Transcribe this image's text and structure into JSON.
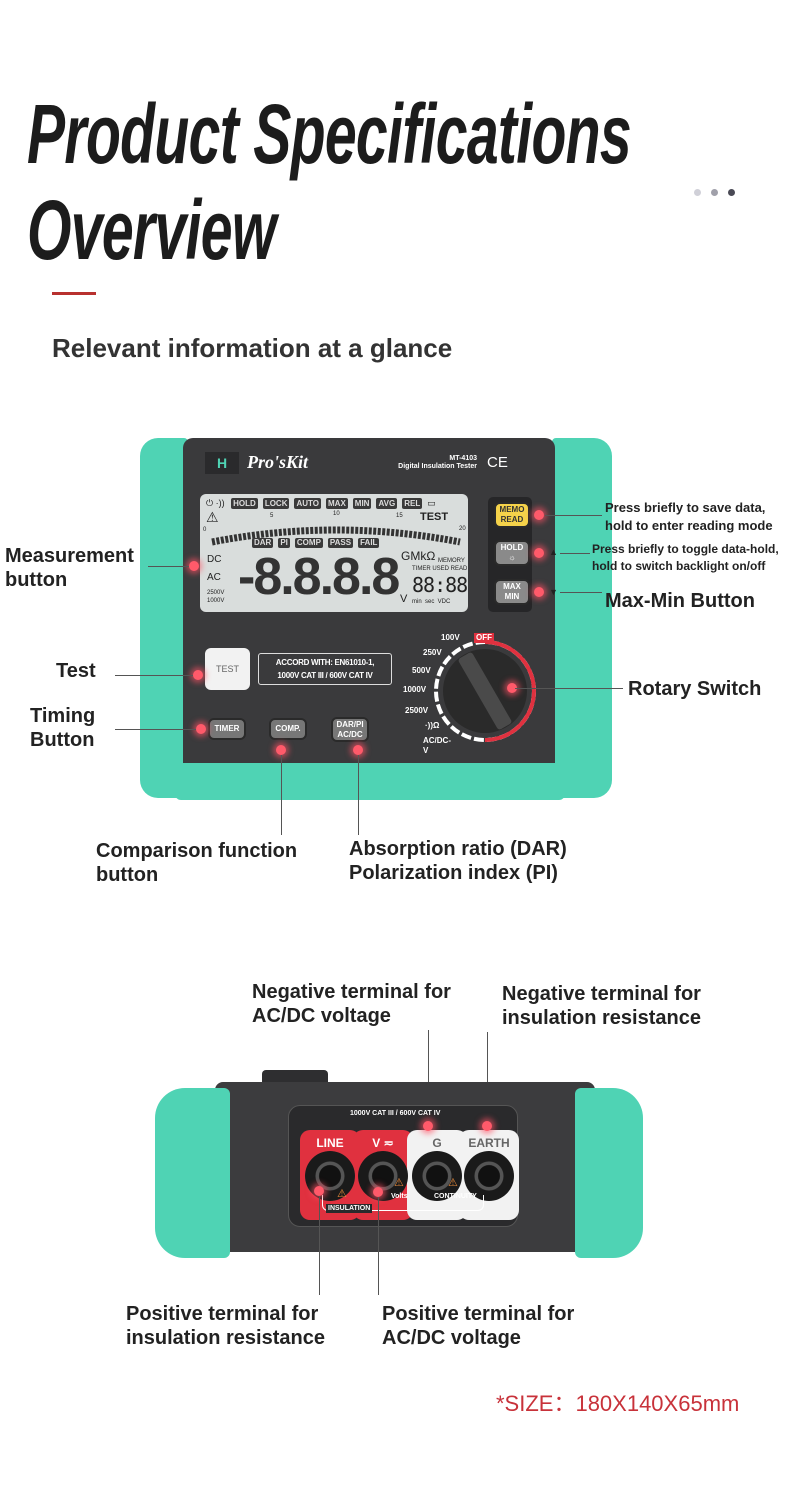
{
  "header": {
    "title_line1": "Product Specifications",
    "title_line2": "Overview",
    "subtitle": "Relevant information at a glance",
    "dot_colors": [
      "#d0d0d8",
      "#a0a0aa",
      "#4a4a55"
    ],
    "accent_color": "#b8312f"
  },
  "device_front": {
    "brand": "Pro'sKit",
    "brand_badge": "H",
    "model": "MT-4103",
    "model_desc": "Digital Insulation Tester",
    "ce_mark": "CE",
    "lcd": {
      "tags": [
        "HOLD",
        "LOCK",
        "AUTO",
        "MAX",
        "MIN",
        "AVG",
        "REL"
      ],
      "scale_ticks": [
        "0",
        "5",
        "10",
        "15",
        "20"
      ],
      "test": "TEST",
      "mode_tags": [
        "DAR",
        "PI",
        "COMP",
        "PASS",
        "FAIL"
      ],
      "dc": "DC",
      "ac": "AC",
      "ranges": [
        "2500V",
        "1000V"
      ],
      "digits": "-8.8.8.8",
      "unit_ohm": "GMkΩ",
      "unit_v": "V",
      "memory": "MEMORY",
      "timer_labels": "TIMER USED READ",
      "timer_digits": "88:88",
      "timer_units": "min  sec  VDC"
    },
    "side_buttons": {
      "memo": "MEMO",
      "read": "READ",
      "hold": "HOLD",
      "max": "MAX",
      "min": "MIN"
    },
    "test_button": "TEST",
    "accord_text": [
      "ACCORD WITH: EN61010-1,",
      "1000V  CAT III / 600V  CAT IV"
    ],
    "bottom_buttons": [
      "TIMER",
      "COMP.",
      "DAR/PI",
      "AC/DC"
    ],
    "rotary": {
      "off": "OFF",
      "positions": [
        "100V",
        "250V",
        "500V",
        "1000V",
        "2500V",
        "·))Ω",
        "AC/DC-V"
      ]
    }
  },
  "annotations_front": {
    "measurement": "Measurement\nbutton",
    "test": "Test",
    "timing": "Timing\nButton",
    "memo": "Press briefly to save data,\nhold to enter reading mode",
    "hold": "Press briefly to toggle data-hold,\nhold to switch backlight on/off",
    "maxmin": "Max-Min Button",
    "rotary": "Rotary Switch",
    "comparison": "Comparison function\nbutton",
    "dar_pi": "Absorption ratio (DAR)\nPolarization index (PI)"
  },
  "device_top": {
    "rating": "1000V CAT III / 600V CAT IV",
    "terminals": [
      "LINE",
      "V ≂",
      "G",
      "EARTH"
    ],
    "groups": [
      "INSULATION",
      "Volts",
      "CONTINUITY"
    ]
  },
  "annotations_top": {
    "neg_acdc": "Negative terminal for\nAC/DC voltage",
    "neg_ins": "Negative terminal for\ninsulation resistance",
    "pos_ins": "Positive terminal for\ninsulation resistance",
    "pos_acdc": "Positive terminal for\nAC/DC voltage"
  },
  "size": "*SIZE：180X140X65mm",
  "colors": {
    "teal": "#4fd3b4",
    "body": "#3a3a3c",
    "lcd": "#d9dddc",
    "red": "#e0313f",
    "size_text": "#c8323a"
  }
}
